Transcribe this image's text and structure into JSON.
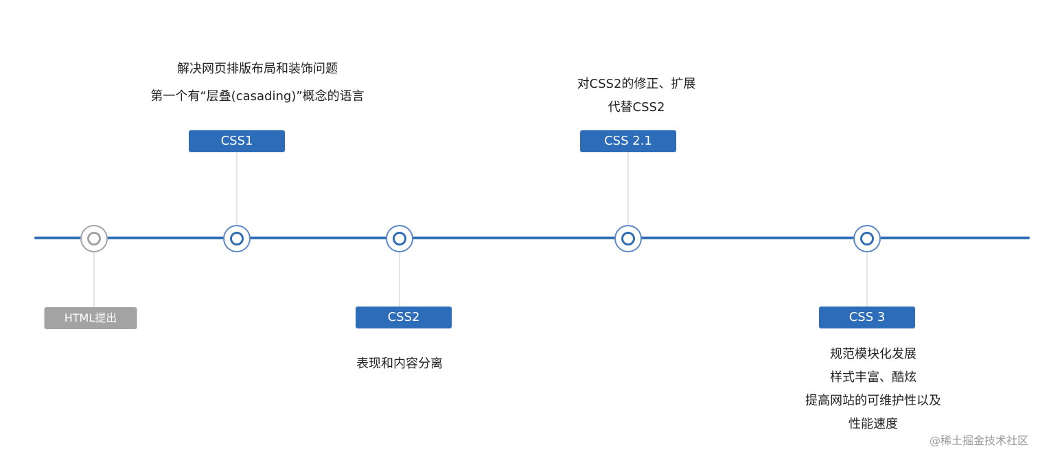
{
  "colors": {
    "axis": "#2f6db5",
    "node_active": "#2f6db5",
    "node_ring_active": "#5b88c6",
    "node_inactive": "#a3a3a3",
    "label_active": "#2d6cb8",
    "label_inactive": "#a3a3a3",
    "connector": "#c8c8c8"
  },
  "milestones": [
    {
      "label": "HTML提出",
      "state": "inactive",
      "description": []
    },
    {
      "label": "CSS1",
      "state": "active",
      "description": [
        "解决网页排版布局和装饰问题",
        "第一个有“层叠(casading)”概念的语言"
      ]
    },
    {
      "label": "CSS2",
      "state": "active",
      "description": [
        "表现和内容分离"
      ]
    },
    {
      "label": "CSS 2.1",
      "state": "active",
      "description": [
        "对CSS2的修正、扩展",
        "代替CSS2"
      ]
    },
    {
      "label": "CSS 3",
      "state": "active",
      "description": [
        "规范模块化发展",
        "样式丰富、酷炫",
        "提高网站的可维护性以及",
        "性能速度"
      ]
    }
  ],
  "watermark": "@稀土掘金技术社区"
}
